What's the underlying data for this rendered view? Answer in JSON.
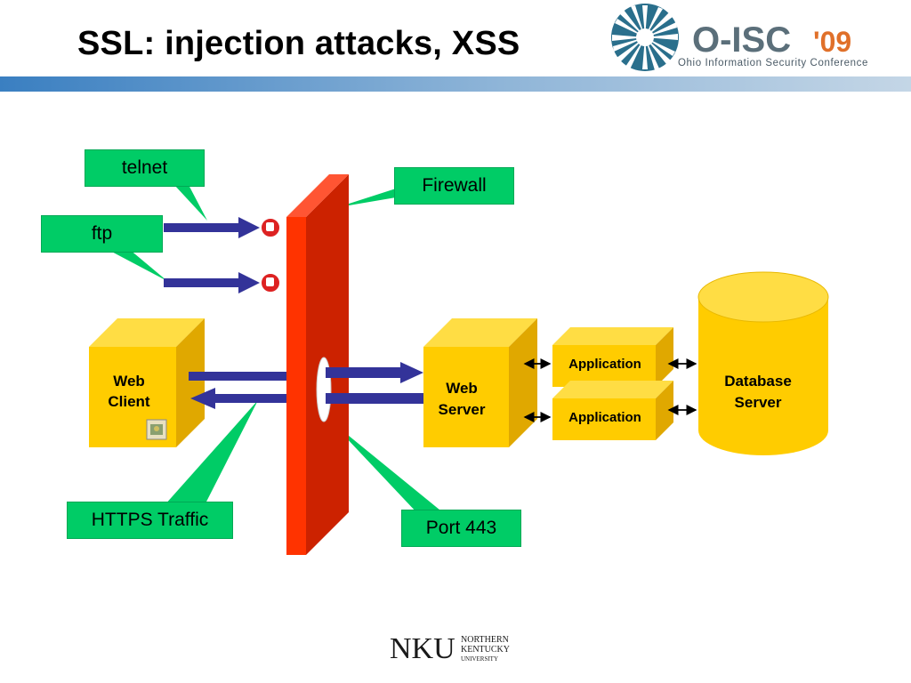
{
  "slide": {
    "title": "SSL: injection attacks, XSS"
  },
  "logo": {
    "name": "O-ISC",
    "year": "'09",
    "subtitle": "Ohio Information Security Conference"
  },
  "callouts": {
    "telnet": "telnet",
    "ftp": "ftp",
    "firewall": "Firewall",
    "https_traffic": "HTTPS Traffic",
    "port": "Port 443"
  },
  "boxes": {
    "web_client": [
      "Web",
      "Client"
    ],
    "web_server": [
      "Web",
      "Server"
    ],
    "application_1": "Application",
    "application_2": "Application",
    "database": [
      "Database",
      "Server"
    ]
  },
  "footer_logo": {
    "mark": "NKU",
    "line1": "NORTHERN",
    "line2": "KENTUCKY",
    "line3": "UNIVERSITY"
  },
  "colors": {
    "callout_green": "#00cc66",
    "box_yellow": "#ffcc00",
    "firewall_red": "#ff3300",
    "arrow_blue": "#333399"
  }
}
